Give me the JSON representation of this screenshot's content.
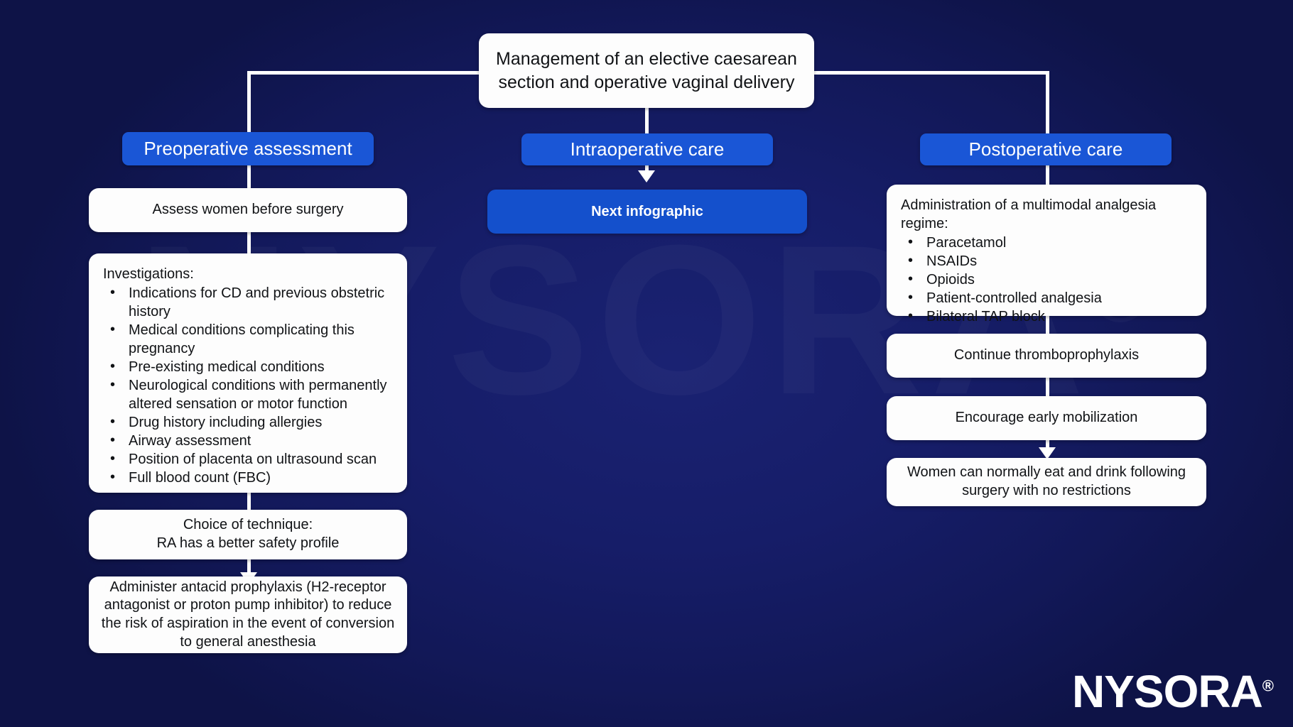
{
  "background": {
    "base_color": "#161D68",
    "watermark_text": "NYSORA",
    "watermark_reg": "®"
  },
  "title": {
    "text": "Management of an elective caesarean section and operative vaginal delivery"
  },
  "columns": [
    {
      "id": "preoperative",
      "header": "Preoperative assessment",
      "nodes": [
        {
          "type": "text",
          "text": "Assess women before surgery"
        },
        {
          "type": "list",
          "lead": "Investigations:",
          "items": [
            "Indications for CD and previous obstetric history",
            "Medical conditions complicating this pregnancy",
            "Pre-existing medical conditions",
            "Neurological conditions with permanently altered sensation or motor function",
            "Drug history including allergies",
            "Airway assessment",
            "Position of placenta on ultrasound scan",
            "Full blood count (FBC)"
          ]
        },
        {
          "type": "text",
          "text": "Choice of technique:\nRA has a better safety profile"
        },
        {
          "type": "text",
          "text": "Administer antacid prophylaxis (H2-receptor antagonist or proton pump inhibitor) to reduce the risk of aspiration in the event of conversion to general anesthesia"
        }
      ]
    },
    {
      "id": "intraoperative",
      "header": "Intraoperative care",
      "nodes": [
        {
          "type": "cta",
          "text": "Next infographic"
        }
      ]
    },
    {
      "id": "postoperative",
      "header": "Postoperative care",
      "nodes": [
        {
          "type": "list",
          "lead": "Administration of a multimodal analgesia regime:",
          "items": [
            "Paracetamol",
            "NSAIDs",
            "Opioids",
            "Patient-controlled analgesia",
            "Bilateral TAP block"
          ]
        },
        {
          "type": "text",
          "text": "Continue thromboprophylaxis"
        },
        {
          "type": "text",
          "text": "Encourage early mobilization"
        },
        {
          "type": "text",
          "text": "Women can normally eat and drink following surgery with no restrictions"
        }
      ]
    }
  ],
  "brand": {
    "name": "NYSORA",
    "registered": "®"
  },
  "colors": {
    "header_blue": "#1A56D6",
    "cta_blue": "#1450CC",
    "card_white": "#FDFDFD",
    "connector_white": "#FFFFFF",
    "background_blue": "#161D68"
  }
}
